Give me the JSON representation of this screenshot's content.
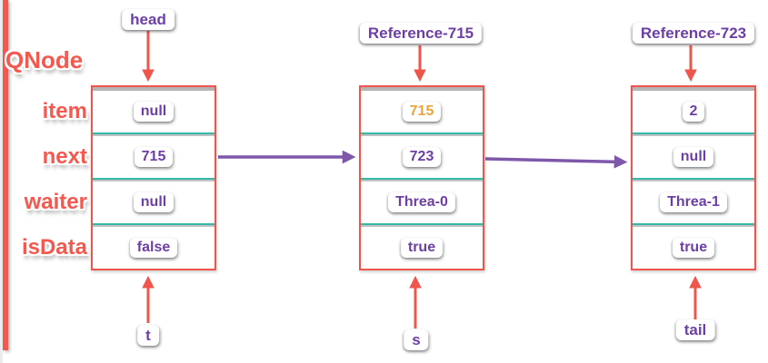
{
  "class_label": "QNode",
  "field_labels": [
    "item",
    "next",
    "waiter",
    "isData"
  ],
  "nodes": [
    {
      "pointer_label": "head",
      "bottom_pointer_label": "t",
      "fields": {
        "item": "null",
        "next": "715",
        "waiter": "null",
        "isData": "false"
      }
    },
    {
      "pointer_label": "Reference-715",
      "bottom_pointer_label": "s",
      "fields": {
        "item": "715",
        "next": "723",
        "waiter": "Threa-0",
        "isData": "true"
      }
    },
    {
      "pointer_label": "Reference-723",
      "bottom_pointer_label": "tail",
      "fields": {
        "item": "2",
        "next": "null",
        "waiter": "Threa-1",
        "isData": "true"
      }
    }
  ],
  "colors": {
    "accent_red": "#f5584e",
    "box_border_red": "#f0554b",
    "value_purple": "#6d3fa6",
    "highlight_orange": "#eaa43a",
    "divider_teal": "#35b8a8",
    "arrow_purple": "#7e57ab"
  }
}
